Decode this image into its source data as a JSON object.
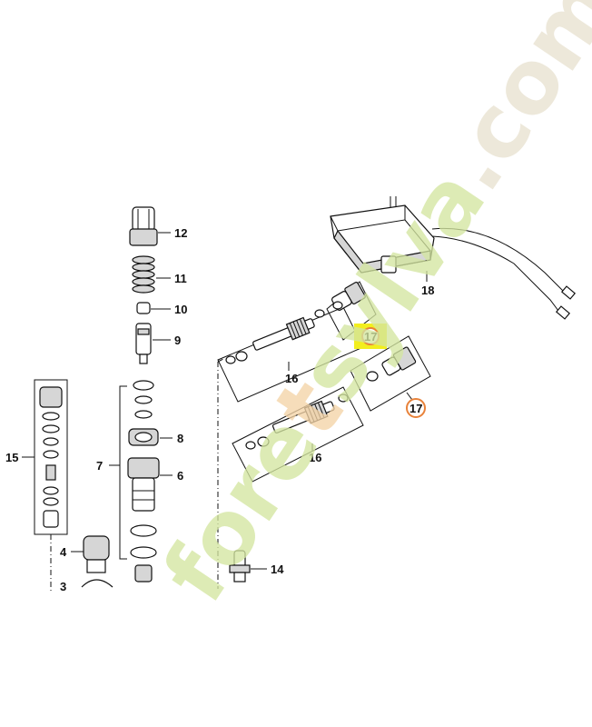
{
  "diagram": {
    "callouts": [
      {
        "id": "12",
        "text": "12"
      },
      {
        "id": "11",
        "text": "11"
      },
      {
        "id": "10",
        "text": "10"
      },
      {
        "id": "9",
        "text": "9"
      },
      {
        "id": "8",
        "text": "8"
      },
      {
        "id": "7",
        "text": "7"
      },
      {
        "id": "6",
        "text": "6"
      },
      {
        "id": "15",
        "text": "15"
      },
      {
        "id": "4",
        "text": "4"
      },
      {
        "id": "3",
        "text": "3"
      },
      {
        "id": "14",
        "text": "14"
      },
      {
        "id": "16a",
        "text": "16"
      },
      {
        "id": "16b",
        "text": "16"
      },
      {
        "id": "18",
        "text": "18"
      }
    ],
    "highlighted": [
      {
        "id": "17a",
        "text": "17",
        "style": "yellow-box"
      },
      {
        "id": "17b",
        "text": "17",
        "style": "orange-circle"
      }
    ],
    "colors": {
      "highlight_yellow": "#f2ee1e",
      "highlight_orange": "#e8823a",
      "watermark_green": "#d3e6a0",
      "watermark_orange": "#f3d3a6"
    }
  },
  "watermark": {
    "text_a": "fore",
    "text_b": "t",
    "text_c": "s",
    "text_d": "ylva",
    "text_e": ".com"
  }
}
